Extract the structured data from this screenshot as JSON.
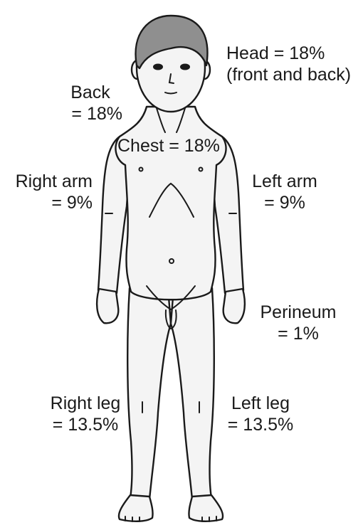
{
  "labels": {
    "head": {
      "line1": "Head = 18%",
      "line2": "(front and back)"
    },
    "back": {
      "line1": "Back",
      "line2": "= 18%"
    },
    "chest": {
      "line1": "Chest = 18%"
    },
    "right_arm": {
      "line1": "Right arm",
      "line2": "= 9%"
    },
    "left_arm": {
      "line1": "Left arm",
      "line2": "= 9%"
    },
    "perineum": {
      "line1": "Perineum",
      "line2": "= 1%"
    },
    "right_leg": {
      "line1": "Right leg",
      "line2": "= 13.5%"
    },
    "left_leg": {
      "line1": "Left leg",
      "line2": "= 13.5%"
    }
  },
  "colors": {
    "outline": "#1a1a1a",
    "skin": "#f4f4f4",
    "hair": "#8f8f8f"
  }
}
